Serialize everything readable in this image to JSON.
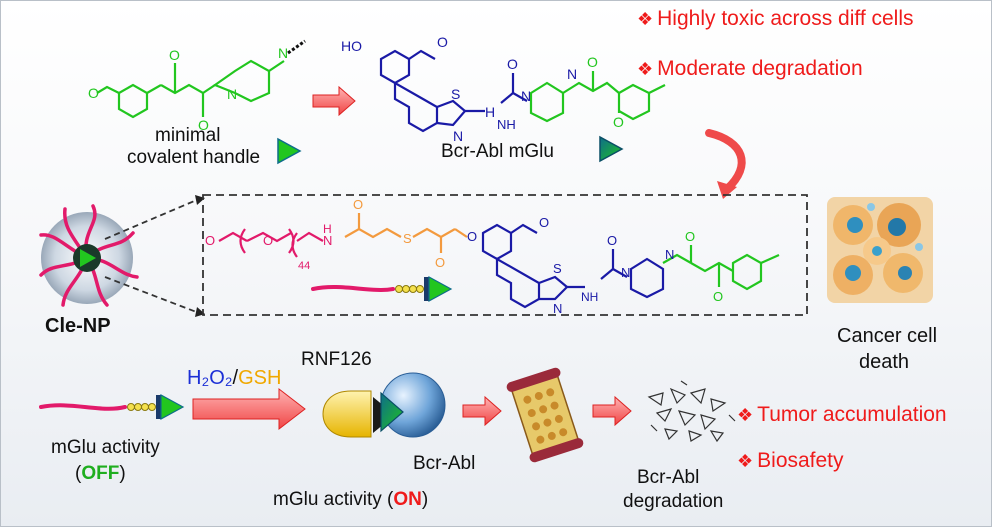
{
  "features_top": [
    "Highly toxic across diff cells",
    "Moderate degradation"
  ],
  "features_bottom": [
    "Tumor accumulation",
    "Biosafety"
  ],
  "labels": {
    "handle_line1": "minimal",
    "handle_line2": "covalent handle",
    "mglu": "Bcr-Abl mGlu",
    "nanoparticle": "Cle-NP",
    "cancer_line1": "Cancer cell",
    "cancer_line2": "death",
    "activity_off_prefix": "mGlu activity",
    "off": "OFF",
    "trigger_a": "H₂O₂",
    "trigger_sep": "/",
    "trigger_b": "GSH",
    "e3": "RNF126",
    "target": "Bcr-Abl",
    "activity_on_prefix": "mGlu activity (",
    "on": "ON",
    "activity_on_suffix": ")",
    "degradation_line1": "Bcr-Abl",
    "degradation_line2": "degradation",
    "peg_repeat": "44"
  },
  "colors": {
    "green": "#22c61f",
    "navy": "#1a1aa6",
    "orange": "#f39a3e",
    "pink": "#e21a6a",
    "red": "#ef1b1b",
    "off_green": "#1fae1f",
    "h2o2_blue": "#1c2fd6",
    "gsh_yellow": "#f0a800"
  }
}
